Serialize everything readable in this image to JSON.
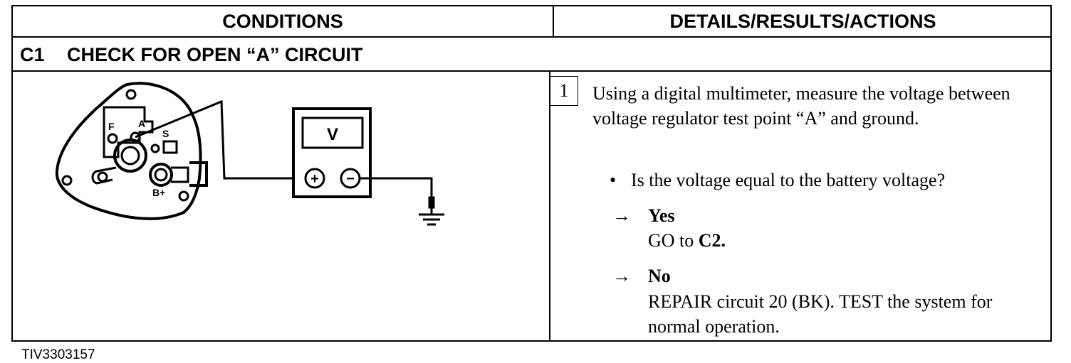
{
  "header": {
    "conditions": "CONDITIONS",
    "details": "DETAILS/RESULTS/ACTIONS"
  },
  "section": {
    "code": "C1",
    "title": "CHECK FOR OPEN “A” CIRCUIT"
  },
  "diagram": {
    "meter_label": "V",
    "plus": "+",
    "minus": "−",
    "terminal_f": "F",
    "terminal_a": "A",
    "terminal_s": "S",
    "terminal_b": "B+",
    "figure_id": "TIV3303157"
  },
  "step": {
    "number": "1",
    "instruction": "Using a digital multimeter, measure the voltage between voltage regulator test point “A” and ground.",
    "question": "Is the voltage equal to the battery voltage?",
    "bullet": "•",
    "arrow": "→",
    "yes_label": "Yes",
    "yes_action_prefix": "GO to",
    "yes_action_target": "C2.",
    "no_label": "No",
    "no_action": "REPAIR circuit 20 (BK). TEST the system for normal operation."
  }
}
